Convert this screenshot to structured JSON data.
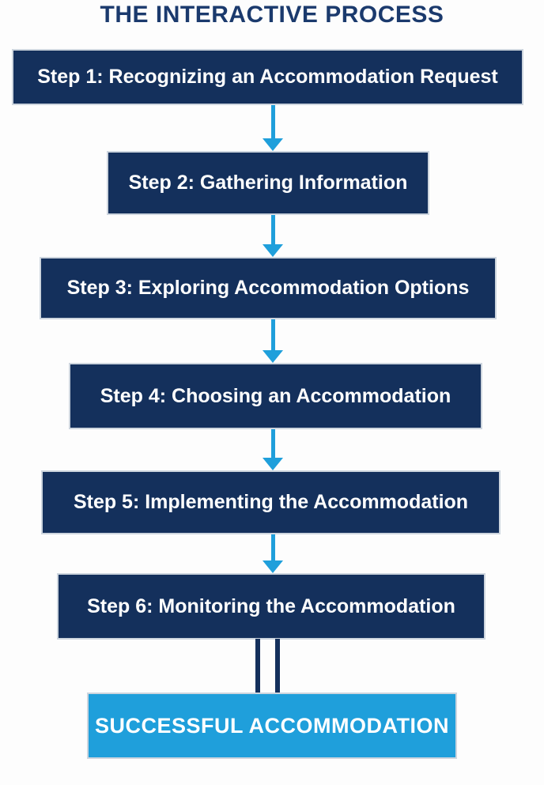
{
  "diagram": {
    "title": "THE INTERACTIVE PROCESS",
    "steps": [
      {
        "label": "Step 1: Recognizing an Accommodation Request"
      },
      {
        "label": "Step 2: Gathering Information"
      },
      {
        "label": "Step 3: Exploring Accommodation Options"
      },
      {
        "label": "Step 4: Choosing an Accommodation"
      },
      {
        "label": "Step 5: Implementing the Accommodation"
      },
      {
        "label": "Step 6: Monitoring the Accommodation"
      }
    ],
    "result": {
      "label": "SUCCESSFUL ACCOMMODATION"
    },
    "connectors": {
      "arrow_type": "single-line-down-arrow",
      "final_connector_type": "double-line"
    },
    "colors": {
      "step_box": "#14305c",
      "result_box": "#1f9fdb",
      "arrow": "#1f9fdb",
      "title_text": "#1b3a6d",
      "box_text": "#ffffff",
      "background": "#fdfdfd"
    }
  }
}
